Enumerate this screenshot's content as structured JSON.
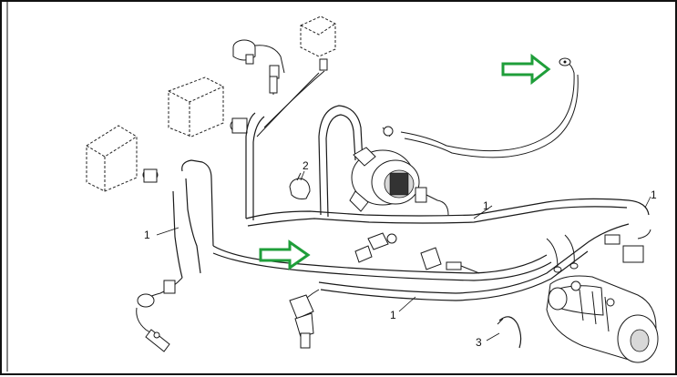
{
  "diagram": {
    "callouts": [
      {
        "id": "c1a",
        "label": "1"
      },
      {
        "id": "c1b",
        "label": "1"
      },
      {
        "id": "c1c",
        "label": "1"
      },
      {
        "id": "c1d",
        "label": "1"
      },
      {
        "id": "c2",
        "label": "2"
      },
      {
        "id": "c3",
        "label": "3"
      }
    ]
  },
  "colors": {
    "arrow_stroke": "#1f9e3a",
    "line": "#1a1a1a",
    "background": "#ffffff"
  }
}
